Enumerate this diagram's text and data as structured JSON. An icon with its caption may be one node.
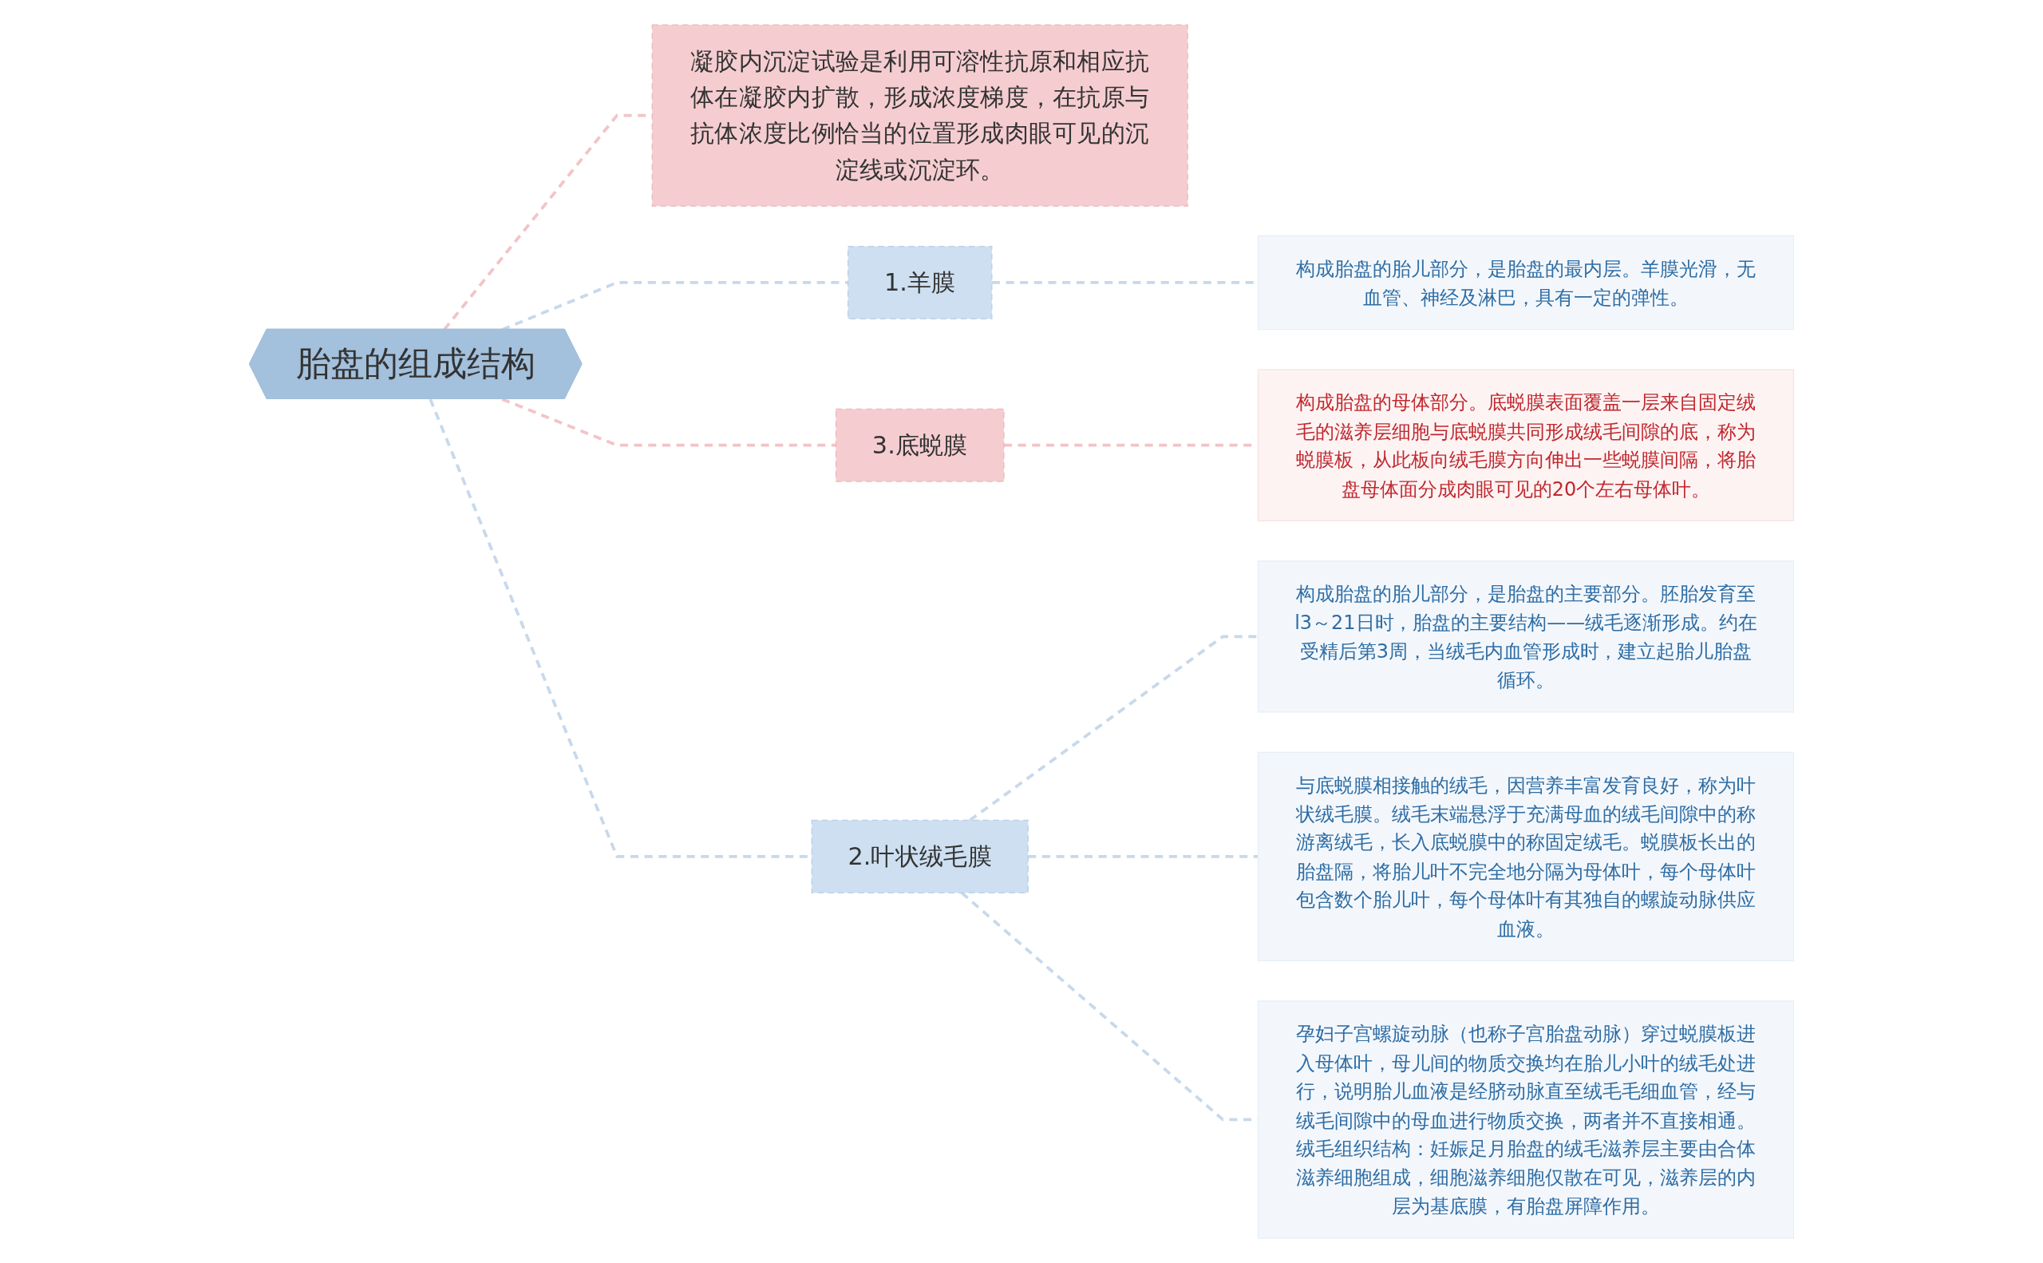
{
  "diagram": {
    "nodes": [
      {
        "text": [
          "胎盘的组成结构"
        ]
      },
      {
        "text": [
          "1.羊膜"
        ]
      },
      {
        "text": [
          "构成胎盘的胎儿部分，是胎盘的最内层。羊膜光滑，无血管、神经及淋巴，具有一定的弹性。"
        ]
      },
      {
        "text": [
          "3.底蜕膜"
        ]
      },
      {
        "text": [
          "构成胎盘的母体部分。底蜕膜表面覆盖一层来自固定绒毛的滋养层细胞与底蜕膜共同形成绒毛间隙的底，称为蜕膜板，从此板向绒毛膜方向伸出一些蜕膜间隔，将胎盘母体面分成肉眼可见的20个左右母体叶。"
        ]
      },
      {
        "text": [
          "凝胶内沉淀试验是利用可溶性抗原和相应抗体在凝胶内扩散，形成浓度梯度，在抗原与抗体浓度比例恰当的位置形成肉眼可见的沉淀线或沉淀环。"
        ]
      },
      {
        "text": [
          "2.叶状绒毛膜"
        ]
      },
      {
        "text": [
          "构成胎盘的胎儿部分，是胎盘的主要部分。胚胎发育至l3～21日时，胎盘的主要结构——绒毛逐渐形成。约在受精后第3周，当绒毛内血管形成时，建立起胎儿胎盘循环。"
        ]
      },
      {
        "text": [
          "与底蜕膜相接触的绒毛，因营养丰富发育良好，称为叶状绒毛膜。绒毛末端悬浮于充满母血的绒毛间隙中的称游离绒毛，长入底蜕膜中的称固定绒毛。蜕膜板长出的胎盘隔，将胎儿叶不完全地分隔为母体叶，每个母体叶包含数个胎儿叶，每个母体叶有其独自的螺旋动脉供应血液。"
        ]
      },
      {
        "text": [
          "孕妇子宫螺旋动脉（也称子宫胎盘动脉）穿过蜕膜板进入母体叶，母儿间的物质交换均在胎儿小叶的绒毛处进行，说明胎儿血液是经脐动脉直至绒毛毛细血管，经与绒毛间隙中的母血进行物质交换，两者并不直接相通。绒毛组织结构：妊娠足月胎盘的绒毛滋养层主要由合体滋养细胞组成，细胞滋养细胞仅散在可见，滋养层的内层为基底膜，有胎盘屏障作用。"
        ]
      }
    ],
    "edges": [
      {
        "from": 0,
        "to": 1,
        "arrow": "none",
        "style": "dashed"
      },
      {
        "from": 1,
        "to": 2,
        "arrow": "none",
        "style": "dashed"
      },
      {
        "from": 0,
        "to": 3,
        "arrow": "none",
        "style": "dashed",
        "color": "#f2c4c7"
      },
      {
        "from": 3,
        "to": 4,
        "arrow": "none",
        "style": "dashed",
        "color": "#f2c4c7"
      },
      {
        "from": 0,
        "to": 5,
        "arrow": "none",
        "style": "dashed",
        "color": "#f2c4c7"
      },
      {
        "from": 0,
        "to": 6,
        "arrow": "none",
        "style": "dashed"
      },
      {
        "from": 6,
        "to": 7,
        "arrow": "none",
        "style": "dashed"
      },
      {
        "from": 6,
        "to": 8,
        "arrow": "none",
        "style": "dashed"
      },
      {
        "from": 6,
        "to": 9,
        "arrow": "none",
        "style": "dashed"
      }
    ]
  }
}
